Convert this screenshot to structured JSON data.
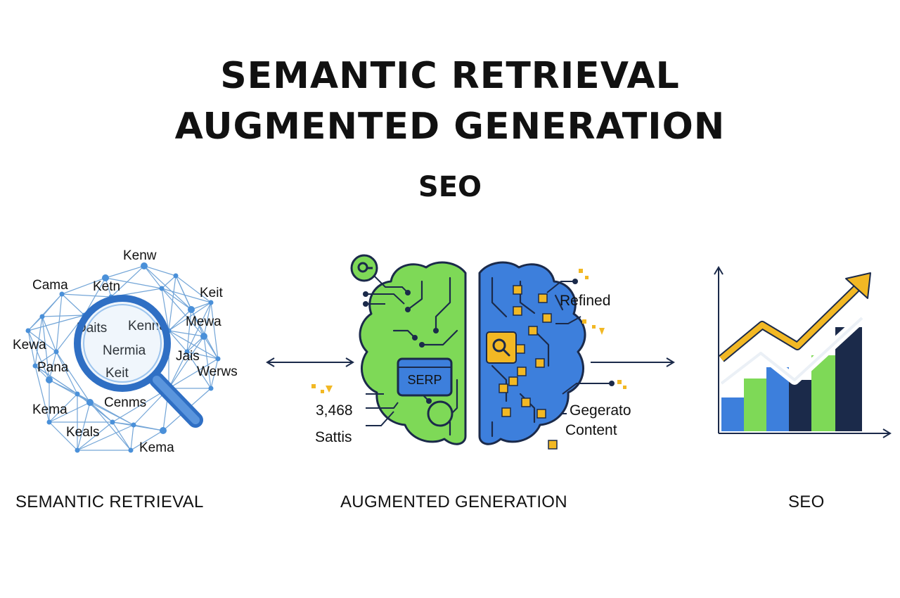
{
  "title": {
    "line1": "SEMANTIC RETRIEVAL",
    "line2": "AUGMENTED GENERATION",
    "line3": "SEO"
  },
  "network_keywords": [
    "Kenw",
    "Cama",
    "Ketn",
    "Keit",
    "Daits",
    "Kenna",
    "Mewa",
    "Kewa",
    "Nermia",
    "Jais",
    "Pana",
    "Keit",
    "Werws",
    "Cenms",
    "Kema",
    "Keals",
    "Kema"
  ],
  "brain": {
    "serp_label": "SERP",
    "stat_value": "3,468",
    "stat_label": "Sattis",
    "refined_label": "Refined",
    "generated_line1": "Gegerato",
    "generated_line2": "Content"
  },
  "captions": {
    "retrieval": "SEMANTIC RETRIEVAL",
    "generation": "AUGMENTED GENERATION",
    "seo": "SEO"
  },
  "colors": {
    "network_blue": "#4a90d9",
    "brain_green": "#7ed957",
    "brain_blue": "#3d7fdc",
    "accent_yellow": "#f2b824",
    "dark_navy": "#1b2a4a"
  },
  "icons": [
    "magnifier-icon",
    "brain-icon",
    "search-icon",
    "growth-chart-icon",
    "double-arrow-icon",
    "right-arrow-icon"
  ]
}
